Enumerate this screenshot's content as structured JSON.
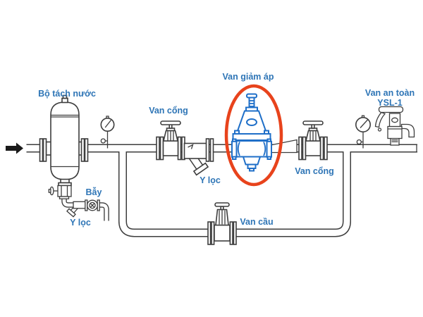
{
  "diagram": {
    "labels": {
      "water_separator": "Bộ tách nước",
      "gate_valve_left": "Van cổng",
      "y_strainer_main": "Y lọc",
      "pressure_reducing_valve": "Van giảm áp",
      "gate_valve_right": "Van cổng",
      "safety_valve_name": "Van an toàn",
      "safety_valve_model": "YSL-1",
      "steam_trap": "Bẫy",
      "y_strainer_drain": "Y lọc",
      "globe_valve_bypass": "Van cầu"
    },
    "colors": {
      "label_text": "#2E75B6",
      "highlighted_valve": "#1F6FC8",
      "highlight_ellipse": "#E8431C",
      "line_art": "#3D3D3D",
      "background": "#FFFFFF"
    }
  }
}
